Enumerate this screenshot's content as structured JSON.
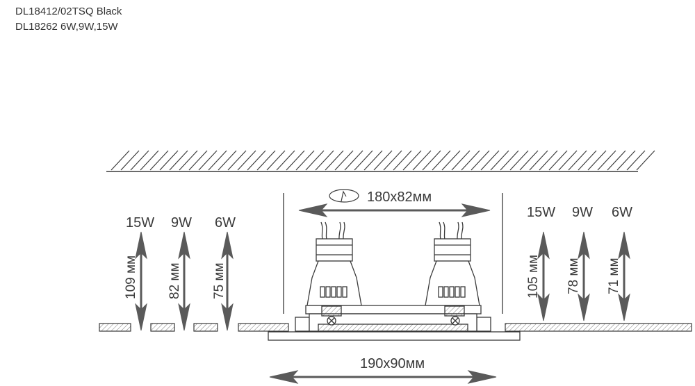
{
  "header": {
    "line1": "DL18412/02TSQ Black",
    "line2": "DL18262 6W,9W,15W"
  },
  "dimensions": {
    "top_width": "180x82мм",
    "bottom_width": "190x90мм"
  },
  "left_heights": [
    {
      "watt": "15W",
      "depth": "109 мм"
    },
    {
      "watt": "9W",
      "depth": "82 мм"
    },
    {
      "watt": "6W",
      "depth": "75 мм"
    }
  ],
  "right_heights": [
    {
      "watt": "15W",
      "depth": "105 мм"
    },
    {
      "watt": "9W",
      "depth": "78 мм"
    },
    {
      "watt": "6W",
      "depth": "71 мм"
    }
  ],
  "colors": {
    "line": "#3a3a3a",
    "arrow": "#5a5a5a"
  }
}
